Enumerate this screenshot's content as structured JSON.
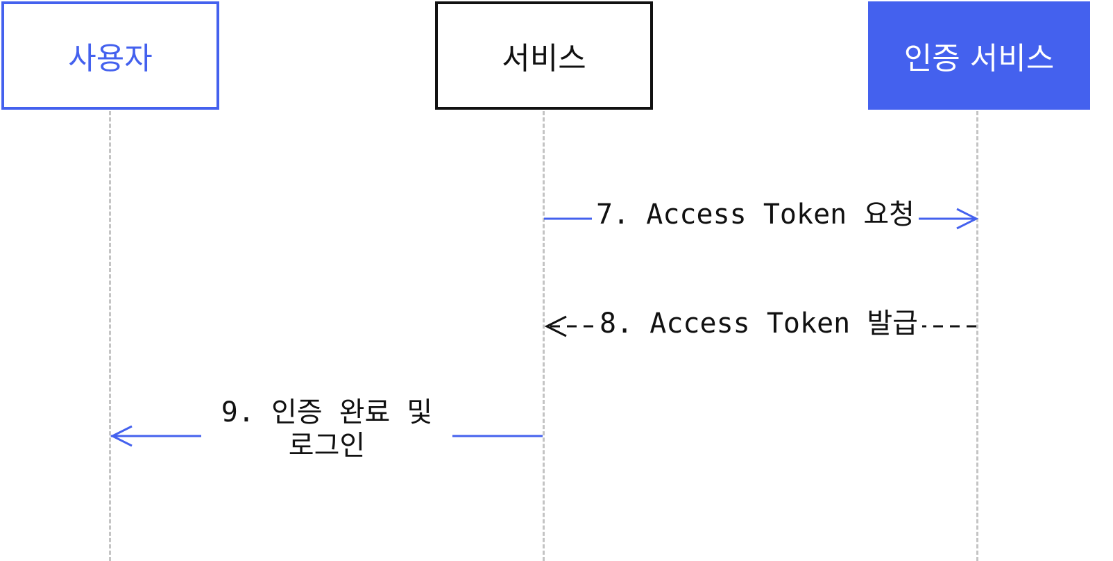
{
  "actors": {
    "user": "사용자",
    "service": "서비스",
    "auth_service": "인증 서비스"
  },
  "messages": {
    "m7": "7. Access Token 요청",
    "m8": "8. Access Token 발급",
    "m9_line1": "9. 인증 완료 및",
    "m9_line2": "로그인"
  },
  "colors": {
    "accent": "#4461ee",
    "dark": "#111111",
    "lifeline": "#c4c4c4"
  }
}
